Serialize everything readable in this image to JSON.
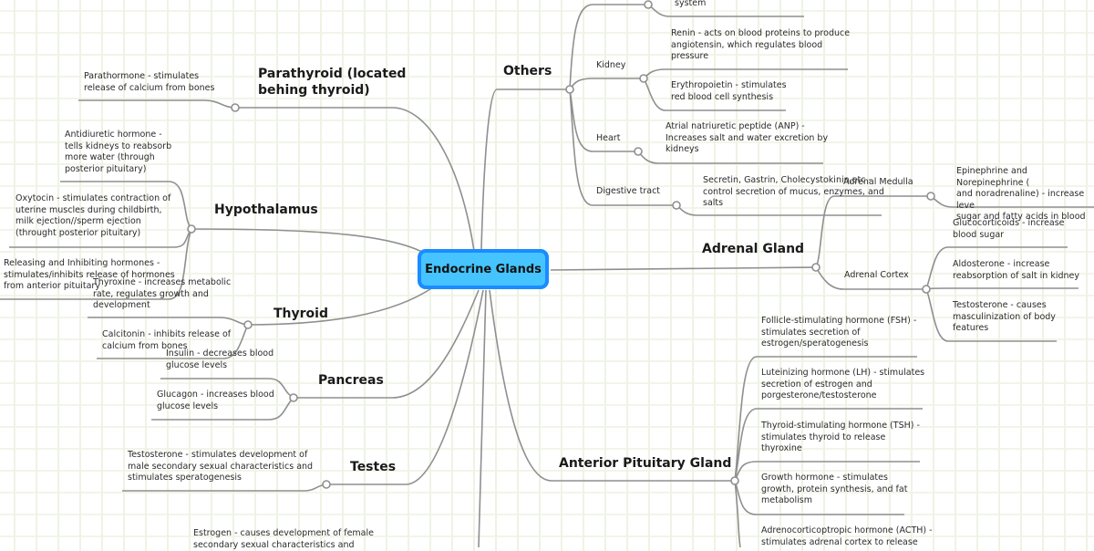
{
  "root": {
    "label": "Endocrine Glands",
    "fill_color": "#45c4ff",
    "border_color": "#1a8cff"
  },
  "branches": {
    "parathyroid": {
      "label": "Parathyroid (located\nbehing thyroid)",
      "leaves": [
        "Parathormone - stimulates\nrelease of calcium from bones"
      ]
    },
    "hypothalamus": {
      "label": "Hypothalamus",
      "leaves": [
        "Antidiuretic hormone -\ntells kidneys to reabsorb\nmore water (through\nposterior pituitary)",
        "Oxytocin - stimulates contraction of\nuterine muscles during childbirth,\nmilk ejection//sperm ejection\n(throught posterior pituitary)",
        "Releasing and Inhibiting hormones -\nstimulates/inhibits release of hormones\nfrom anterior pituitary"
      ]
    },
    "thyroid": {
      "label": "Thyroid",
      "leaves": [
        "Thyroxine - increases metabolic\nrate, regulates growth and\ndevelopment",
        "Calcitonin - inhibits release of\ncalcium from bones"
      ]
    },
    "pancreas": {
      "label": "Pancreas",
      "leaves": [
        "Insulin - decreases blood\nglucose levels",
        "Glucagon - increases blood\nglucose levels"
      ]
    },
    "testes": {
      "label": "Testes",
      "leaves": [
        "Testosterone - stimulates development of\nmale secondary sexual characteristics and\nstimulates speratogenesis"
      ]
    },
    "ovaries": {
      "leaves": [
        "Estrogen - causes development of female\nsecondary sexual characteristics and"
      ]
    },
    "others": {
      "label": "Others",
      "top_leaf": "system",
      "subs": [
        {
          "label": "Kidney",
          "leaves": [
            "Renin - acts on blood proteins to produce\nangiotensin, which regulates blood\npressure",
            "Erythropoietin - stimulates\nred blood cell synthesis"
          ]
        },
        {
          "label": "Heart",
          "leaves": [
            "Atrial natriuretic peptide (ANP) -\nIncreases salt and water excretion by\nkidneys"
          ]
        },
        {
          "label": "Digestive tract",
          "leaves": [
            "Secretin, Gastrin, Cholecystokinin,etc -\ncontrol secretion of mucus, enzymes, and\nsalts"
          ]
        }
      ]
    },
    "adrenal": {
      "label": "Adrenal Gland",
      "subs": [
        {
          "label": "Adrenal Medulla",
          "leaves": [
            "Epinephrine and Norepinephrine (\nand noradrenaline) - increase leve\nsugar and fatty acids in blood"
          ]
        },
        {
          "label": "Adrenal Cortex",
          "leaves": [
            "Glucocorticoids - increase\nblood sugar",
            "Aldosterone - increase\nreabsorption of salt in kidney",
            "Testosterone - causes\nmasculinization of body\nfeatures"
          ]
        }
      ]
    },
    "anterior_pituitary": {
      "label": "Anterior Pituitary Gland",
      "leaves": [
        "Follicle-stimulating hormone (FSH) -\nstimulates secretion of\nestrogen/speratogenesis",
        "Luteinizing hormone (LH) - stimulates\nsecretion of estrogen and\nporgesterone/testosterone",
        "Thyroid-stimulating hormone (TSH) -\nstimulates thyroid to release\nthyroxine",
        "Growth hormone - stimulates\ngrowth, protein synthesis, and fat\nmetabolism",
        "Adrenocorticoptropic hormone (ACTH) -\nstimulates adrenal cortex to release"
      ]
    }
  }
}
